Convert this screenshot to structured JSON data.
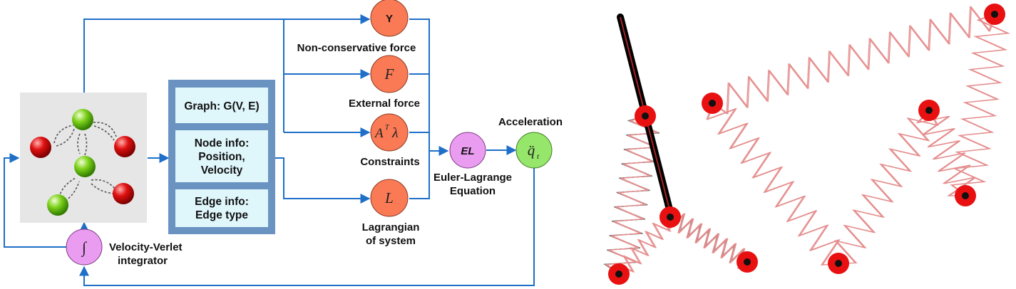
{
  "colors": {
    "arrow": "#1f6fc8",
    "box_border": "#6a93c2",
    "box_fill": "#dff6fb",
    "panel_bg": "#e6e6e6",
    "node_orange": "#f97a55",
    "node_violet": "#ea9df0",
    "node_green": "#95e66a",
    "spring_pink": "#e58d8d",
    "spring_gray": "#6e6e6e",
    "particle_red": "#e81010"
  },
  "graph_box": {
    "graph_label": "Graph: G(V, E)",
    "node_info": [
      "Node info:",
      "Position,",
      "Velocity"
    ],
    "edge_info": [
      "Edge info:",
      "Edge type"
    ]
  },
  "nodes": {
    "nonconservative": {
      "symbol": "Y",
      "label": "Non-conservative force"
    },
    "external": {
      "symbol": "F",
      "label": "External force"
    },
    "constraints": {
      "symbol": "A",
      "superscript": "T",
      "symbol2": "λ",
      "label": "Constraints"
    },
    "lagrangian": {
      "symbol": "L",
      "label": [
        "Lagrangian",
        "of system"
      ]
    },
    "euler_lagrange": {
      "symbol": "EL",
      "label": [
        "Euler-Lagrange",
        "Equation"
      ]
    },
    "acceleration": {
      "symbol": "q̈",
      "subscript": "t",
      "label": "Acceleration"
    },
    "integrator": {
      "symbol": "∫",
      "label": [
        "Velocity-Verlet",
        "integrator"
      ]
    }
  },
  "icons": {
    "particle_panel": "particle-system-icon",
    "spring_left": "pendulum-spring-system-icon",
    "spring_right": "spring-chain-icon"
  }
}
